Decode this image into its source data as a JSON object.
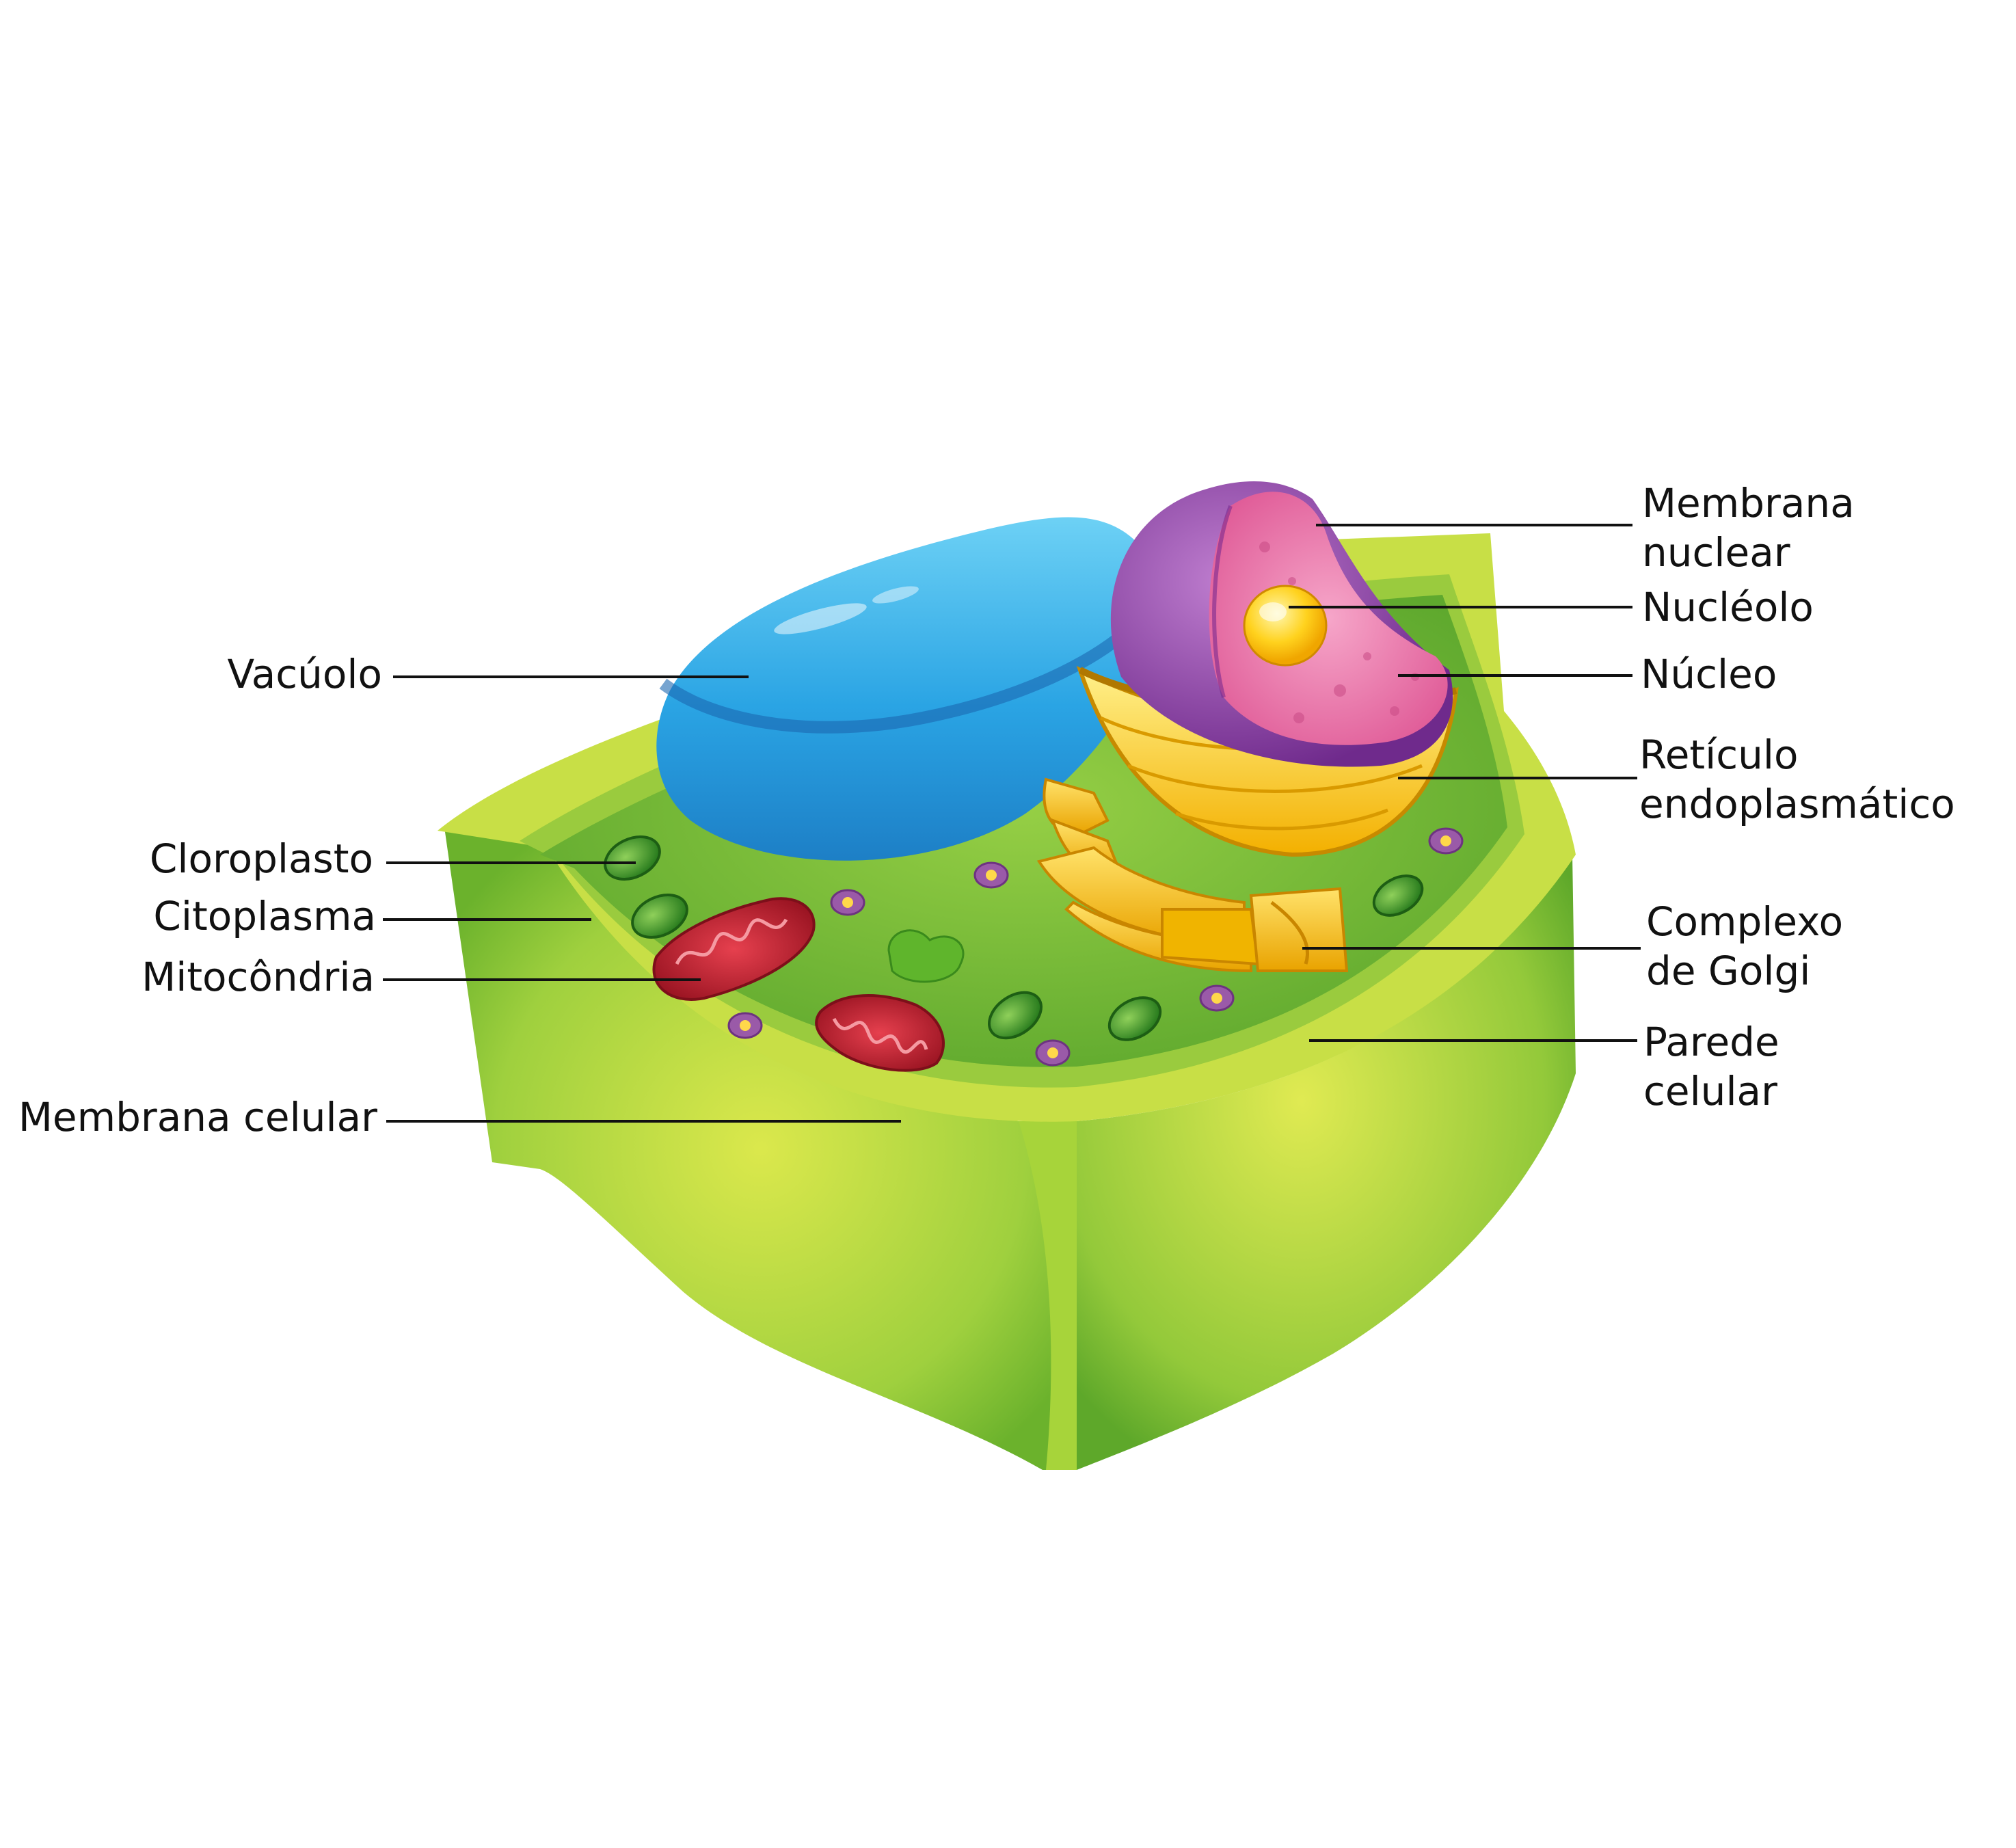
{
  "labels": {
    "vacuolo": "Vacúolo",
    "cloroplasto": "Cloroplasto",
    "citoplasma": "Citoplasma",
    "mitocondria": "Mitocôndria",
    "membrana_celular": "Membrana celular",
    "membrana_nuclear": [
      "Membrana",
      "nuclear"
    ],
    "nucleolo": "Nucléolo",
    "nucleo": "Núcleo",
    "reticulo": [
      "Retículo",
      "endoplasmático"
    ],
    "golgi": [
      "Complexo",
      "de Golgi"
    ],
    "parede": [
      "Parede",
      "celular"
    ]
  },
  "colors": {
    "cell_wall": "#8cc63f",
    "cell_wall_light": "#d7e84a",
    "cytoplasm": "#7fc241",
    "vacuole": "#3fb0e8",
    "nucleus_outer": "#8e3fa6",
    "nucleus_inner": "#ee7fb0",
    "nucleolus": "#ffd21e",
    "er_golgi": "#f7c10e",
    "mitochondria": "#c3202f",
    "chloroplast": "#3a9a2a",
    "vesicle": "#9a5aa8",
    "leader_line": "#111111"
  }
}
